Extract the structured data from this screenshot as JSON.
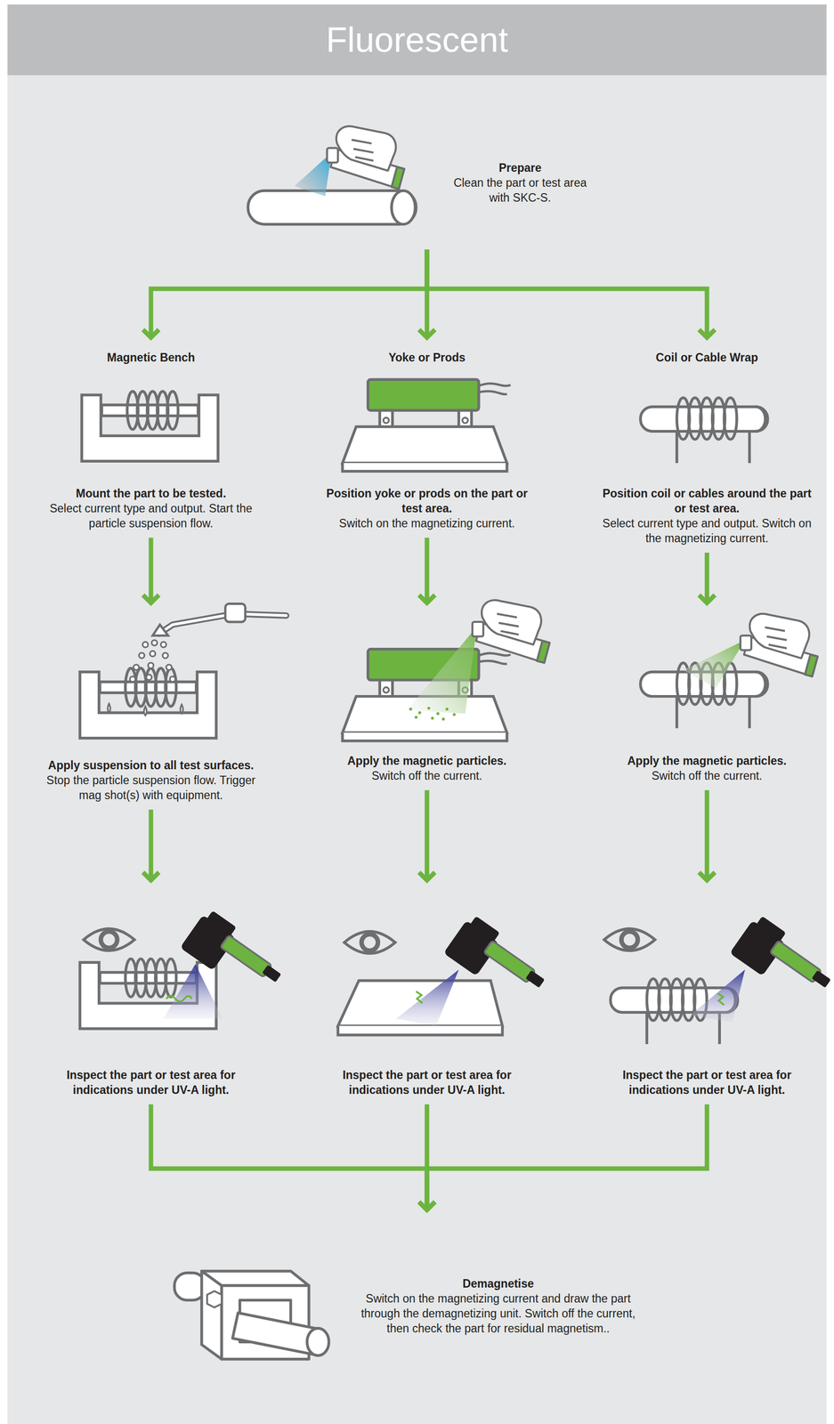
{
  "diagram": {
    "title": "Fluorescent",
    "nodes": [
      {
        "text": [
          "Prepare",
          "Clean the part or test area with SKC-S."
        ]
      },
      {
        "text": [
          "Magnetic Bench",
          "Mount the part to be tested.",
          "Select current type and output. Start the particle suspension flow."
        ]
      },
      {
        "text": [
          "Yoke or Prods",
          "Position yoke or prods on the part or test area.",
          "Switch on the magnetizing current."
        ]
      },
      {
        "text": [
          "Coil or Cable Wrap",
          "Position coil or cables around the part or test area.",
          "Select current type and output. Switch on the magnetizing current."
        ]
      },
      {
        "text": [
          "Apply suspension to all test surfaces.",
          "Stop the particle suspension flow. Trigger mag shot(s) with equipment."
        ]
      },
      {
        "text": [
          "Apply the magnetic particles.",
          "Switch off the current."
        ]
      },
      {
        "text": [
          "Apply the magnetic particles.",
          "Switch off the current."
        ]
      },
      {
        "text": [
          "Inspect the part or test area for indications under UV-A light."
        ]
      },
      {
        "text": [
          "Inspect the part or test area for indications under UV-A light."
        ]
      },
      {
        "text": [
          "Inspect the part or test area for indications under UV-A light."
        ]
      },
      {
        "text": [
          "Demagnetise",
          "Switch on the magnetizing current and draw the part through the demagnetizing unit. Switch off the current, then check the part for residual magnetism.."
        ]
      }
    ],
    "edges": [
      {
        "from": 0,
        "to": 1,
        "arrow": "to"
      },
      {
        "from": 0,
        "to": 2,
        "arrow": "to"
      },
      {
        "from": 0,
        "to": 3,
        "arrow": "to"
      },
      {
        "from": 1,
        "to": 4,
        "arrow": "to"
      },
      {
        "from": 2,
        "to": 5,
        "arrow": "to"
      },
      {
        "from": 3,
        "to": 6,
        "arrow": "to"
      },
      {
        "from": 4,
        "to": 7,
        "arrow": "to"
      },
      {
        "from": 5,
        "to": 8,
        "arrow": "to"
      },
      {
        "from": 6,
        "to": 9,
        "arrow": "to"
      },
      {
        "from": 7,
        "to": 10,
        "arrow": "to"
      },
      {
        "from": 8,
        "to": 10,
        "arrow": "to"
      },
      {
        "from": 9,
        "to": 10,
        "arrow": "to"
      }
    ]
  }
}
